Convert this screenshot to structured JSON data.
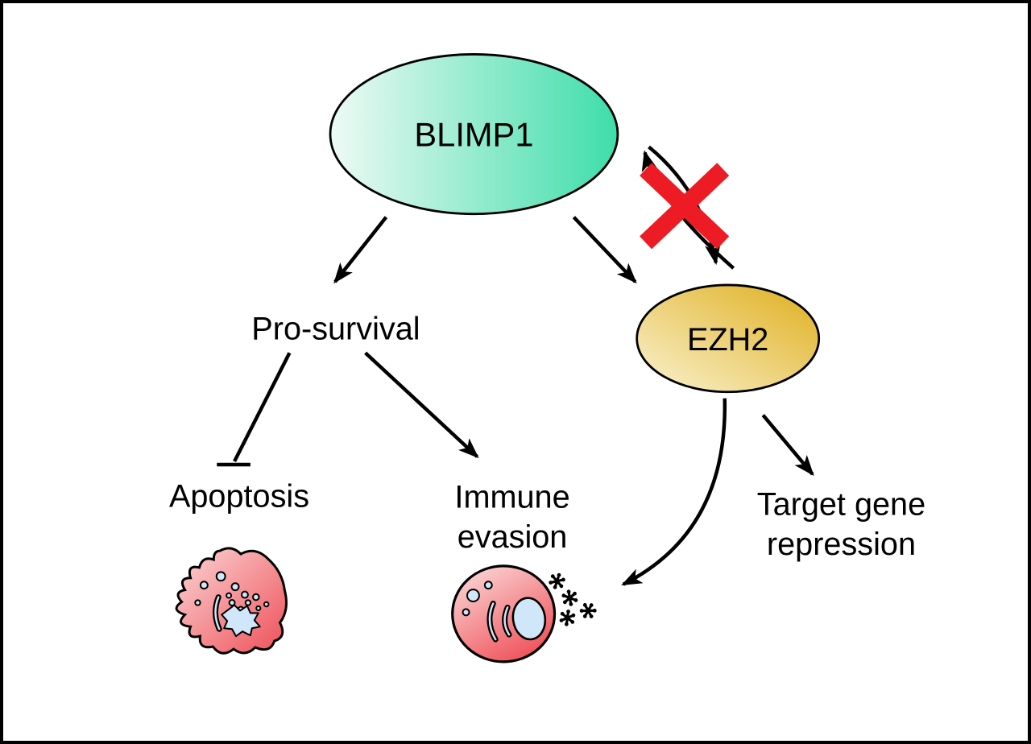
{
  "diagram": {
    "nodes": {
      "blimp1": {
        "label": "BLIMP1"
      },
      "ezh2": {
        "label": "EZH2"
      },
      "pro_survival": {
        "label": "Pro-survival"
      },
      "apoptosis": {
        "label": "Apoptosis"
      },
      "immune_evasion": {
        "line1": "Immune",
        "line2": "evasion"
      },
      "target_gene_repression": {
        "line1": "Target gene",
        "line2": "repression"
      }
    },
    "colors": {
      "blimp1_light": "#eefaf5",
      "blimp1_dark": "#3edda9",
      "ezh2_light": "#faf3d2",
      "ezh2_dark": "#dfae1c",
      "cross_red": "#ed1c24",
      "cell_light": "#fbd7d7",
      "cell_dark": "#ee4f57",
      "organelle_blue": "#cfe7f8",
      "outline_black": "#000000"
    },
    "figures": {
      "blocked_feedback": "red-cross-over-reciprocal-arrows",
      "apoptotic_cell": "apoptotic-cell-illustration",
      "immune_cell": "cell-with-antigen-asterisks-illustration"
    }
  }
}
